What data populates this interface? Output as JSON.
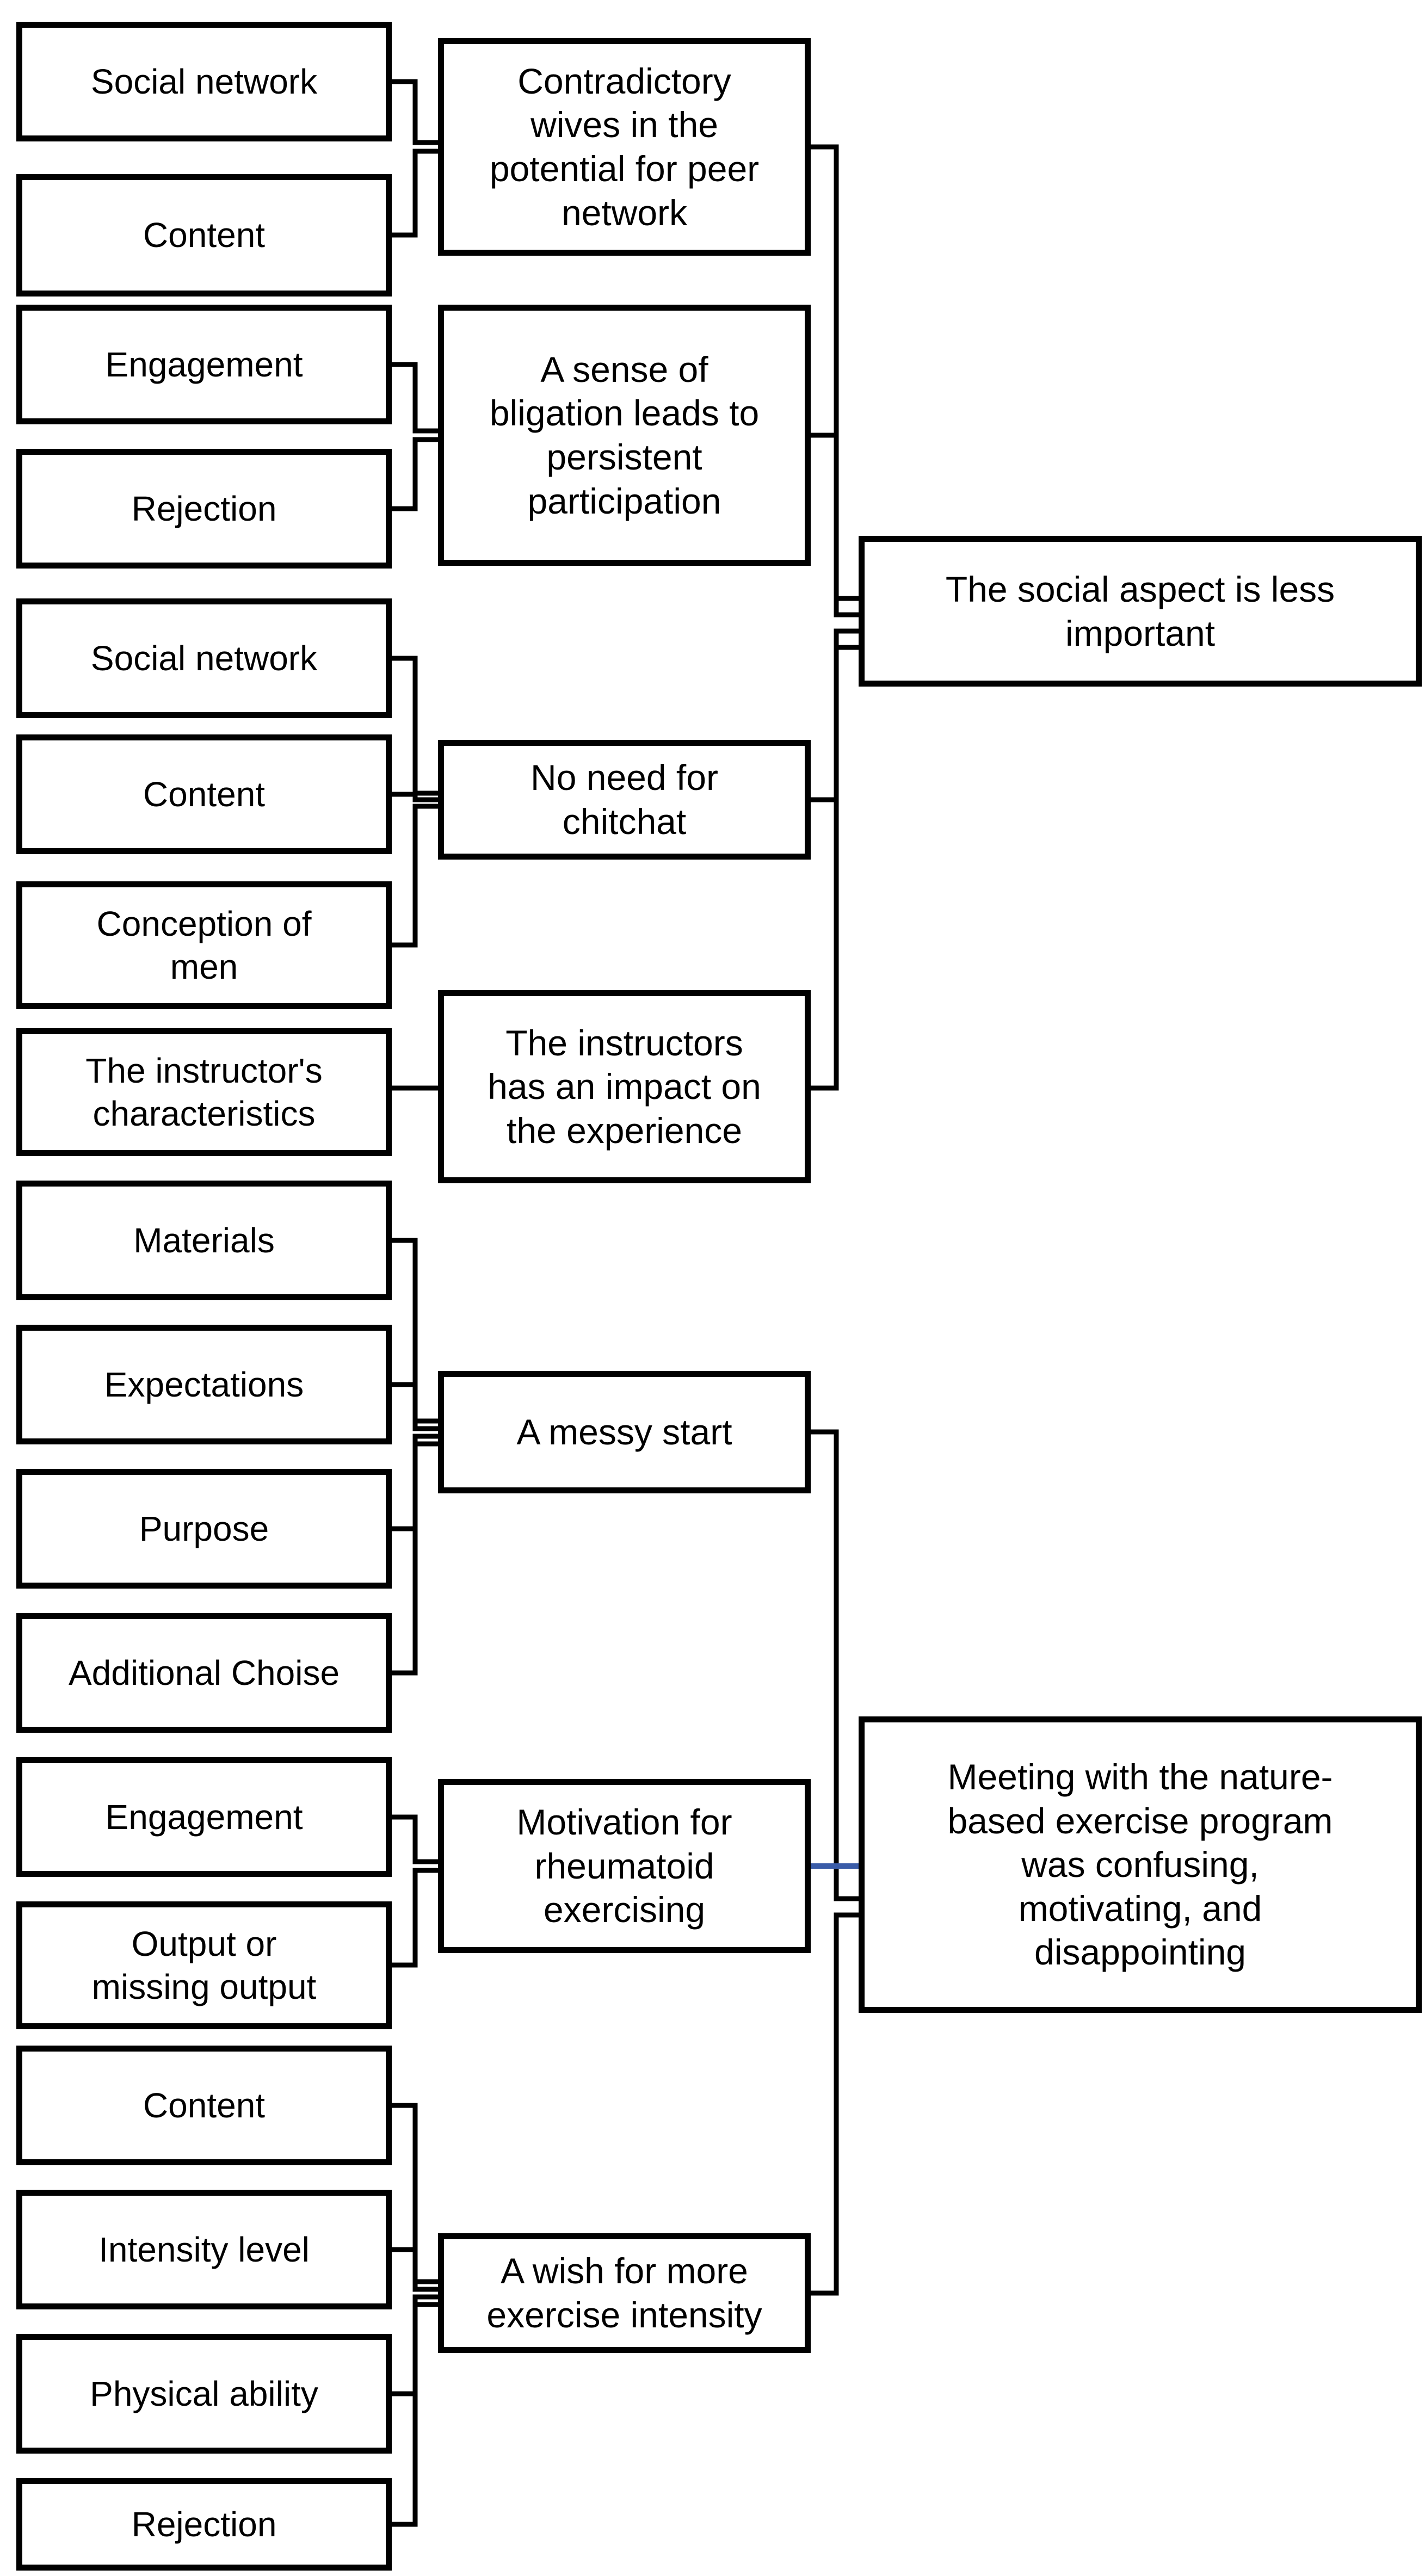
{
  "diagram": {
    "colors": {
      "box_border": "#000000",
      "connector": "#000000",
      "connector_highlight": "#3a5ca8",
      "background": "#ffffff",
      "text": "#000000"
    },
    "left_boxes": [
      {
        "label": "Social network"
      },
      {
        "label": "Content"
      },
      {
        "label": "Engagement"
      },
      {
        "label": "Rejection"
      },
      {
        "label": "Social network"
      },
      {
        "label": "Content"
      },
      {
        "label": "Conception of\nmen"
      },
      {
        "label": "The instructor's\ncharacteristics"
      },
      {
        "label": "Materials"
      },
      {
        "label": "Expectations"
      },
      {
        "label": "Purpose"
      },
      {
        "label": "Additional Choise"
      },
      {
        "label": "Engagement"
      },
      {
        "label": "Output or\nmissing output"
      },
      {
        "label": "Content"
      },
      {
        "label": "Intensity level"
      },
      {
        "label": "Physical ability"
      },
      {
        "label": "Rejection"
      }
    ],
    "middle_boxes": [
      {
        "label": "Contradictory\nwives in the\npotential for peer\nnetwork"
      },
      {
        "label": "A sense of\nbligation leads to\npersistent\nparticipation"
      },
      {
        "label": "No need for\nchitchat"
      },
      {
        "label": "The instructors\nhas an impact on\nthe experience"
      },
      {
        "label": "A messy start"
      },
      {
        "label": "Motivation for\nrheumatoid\nexercising"
      },
      {
        "label": "A wish for more\nexercise intensity"
      }
    ],
    "right_boxes": [
      {
        "label": "The social aspect is less\nimportant"
      },
      {
        "label": "Meeting with the nature-\nbased exercise program\nwas confusing,\nmotivating, and\ndisappointing"
      }
    ]
  }
}
